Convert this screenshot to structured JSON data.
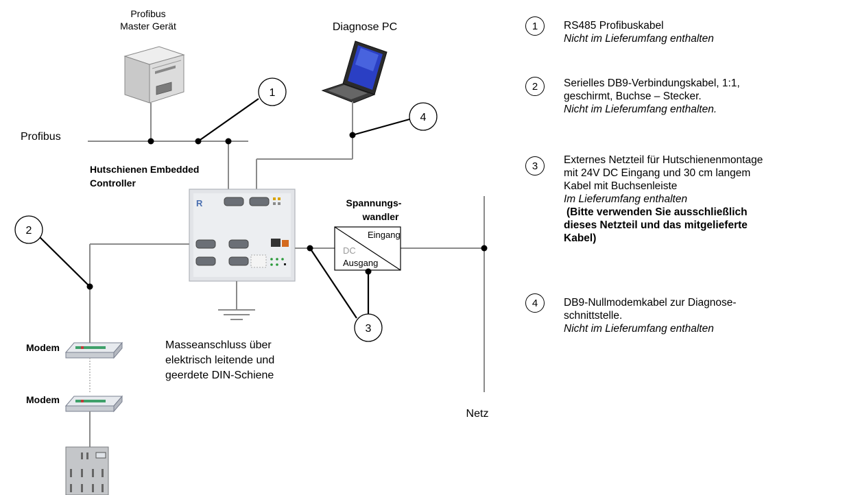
{
  "diagram": {
    "master_label_1": "Profibus",
    "master_label_2": "Master Gerät",
    "pc_label": "Diagnose PC",
    "bus_label": "Profibus",
    "controller_label_1": "Hutschienen Embedded",
    "controller_label_2": "Controller",
    "converter_label_1": "Spannungs-",
    "converter_label_2": "wandler",
    "converter_in": "Eingang",
    "converter_dc": "DC",
    "converter_out": "Ausgang",
    "ground_label_1": "Masseanschluss über",
    "ground_label_2": "elektrisch leitende und",
    "ground_label_3": "geerdete DIN-Schiene",
    "modem_label_1": "Modem",
    "modem_label_2": "Modem",
    "grid_label": "Netz",
    "callout_1": "1",
    "callout_2": "2",
    "callout_3": "3",
    "callout_4": "4"
  },
  "legend": [
    {
      "number": "1",
      "line1": "RS485 Profibuskabel",
      "note": "Nicht im Lieferumfang enthalten"
    },
    {
      "number": "2",
      "line1": "Serielles DB9-Verbindungskabel, 1:1,",
      "line2": "geschirmt, Buchse – Stecker.",
      "note": "Nicht im Lieferumfang enthalten."
    },
    {
      "number": "3",
      "line1": "Externes Netzteil für Hutschienenmontage",
      "line2": "mit 24V DC Eingang und 30 cm langem",
      "line3": "Kabel mit Buchsenleiste",
      "note": "Im Lieferumfang enthalten",
      "bold1": "(Bitte verwenden Sie ausschließlich",
      "bold2": "dieses Netzteil und das mitgelieferte",
      "bold3": "Kabel)"
    },
    {
      "number": "4",
      "line1": "DB9-Nullmodemkabel zur Diagnose-",
      "line2": "schnittstelle.",
      "note": "Nicht im Lieferumfang enthalten"
    }
  ]
}
